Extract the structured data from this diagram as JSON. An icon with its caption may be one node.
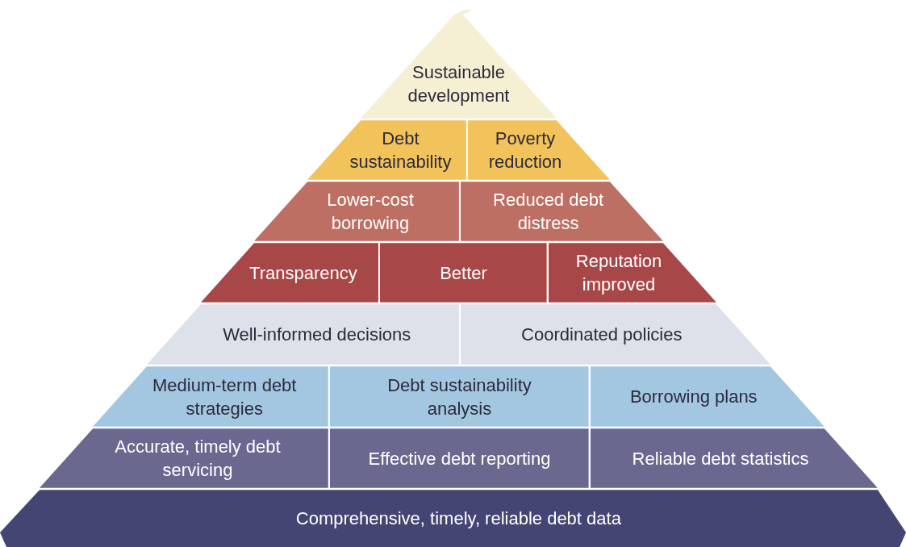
{
  "diagram": {
    "nodes": [
      {
        "text": [
          "Sustainable development"
        ]
      },
      {
        "text": [
          "Debt sustainability"
        ]
      },
      {
        "text": [
          "Poverty reduction"
        ]
      },
      {
        "text": [
          "Lower-cost borrowing"
        ]
      },
      {
        "text": [
          "Reduced debt distress"
        ]
      },
      {
        "text": [
          "Transparency"
        ]
      },
      {
        "text": [
          "Better"
        ]
      },
      {
        "text": [
          "Reputation improved"
        ]
      },
      {
        "text": [
          "Well-informed decisions"
        ]
      },
      {
        "text": [
          "Coordinated policies"
        ]
      },
      {
        "text": [
          "Medium-term debt strategies"
        ]
      },
      {
        "text": [
          "Debt sustainability analysis"
        ]
      },
      {
        "text": [
          "Borrowing plans"
        ]
      },
      {
        "text": [
          "Accurate, timely debt servicing"
        ]
      },
      {
        "text": [
          "Effective debt reporting"
        ]
      },
      {
        "text": [
          "Reliable debt statistics"
        ]
      },
      {
        "text": [
          "Comprehensive, timely, reliable debt data"
        ]
      }
    ]
  }
}
